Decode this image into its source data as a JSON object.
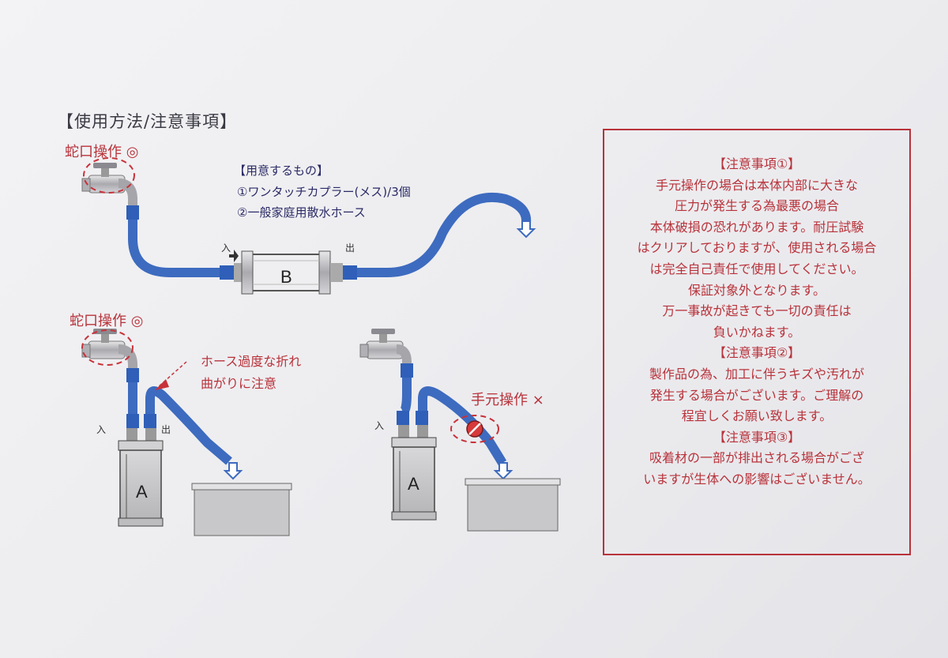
{
  "title": "【使用方法/注意事項】",
  "diagram": {
    "faucet_ok_label": "蛇口操作 ◎",
    "faucet_ng_label": "手元操作 ×",
    "kink_warning": [
      "ホース過度な折れ",
      "曲がりに注意"
    ],
    "preparation": {
      "heading": "【用意するもの】",
      "items": [
        "①ワンタッチカプラー(メス)/3個",
        "②一般家庭用散水ホース"
      ]
    },
    "inlet_label": "入",
    "outlet_label": "出",
    "unit_b_label": "B",
    "unit_a_label": "A"
  },
  "notices": {
    "lines": [
      "【注意事項①】",
      "手元操作の場合は本体内部に大きな",
      "圧力が発生する為最悪の場合",
      "本体破損の恐れがあります。耐圧試験",
      "はクリアしておりますが、使用される場合",
      "は完全自己責任で使用してください。",
      "保証対象外となります。",
      "万一事故が起きても一切の責任は",
      "負いかねます。",
      "【注意事項②】",
      "製作品の為、加工に伴うキズや汚れが",
      "発生する場合がございます。ご理解の",
      "程宜しくお願い致します。",
      "【注意事項③】",
      "吸着材の一部が排出される場合がござ",
      "いますが生体への影響はございません。"
    ]
  },
  "colors": {
    "hose": "#3d6bbf",
    "accent_red": "#b8323a",
    "text_navy": "#2a2a66"
  }
}
